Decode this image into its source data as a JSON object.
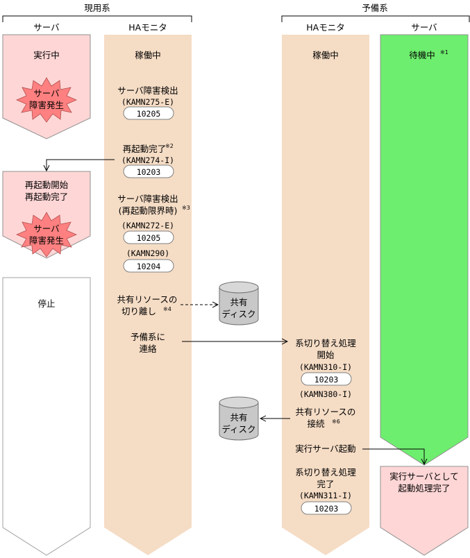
{
  "active": {
    "group_label": "現用系",
    "server": {
      "header": "サーバ",
      "state_running": "実行中",
      "failure1": [
        "サーバ",
        "障害発生"
      ],
      "restart_status": [
        "再起動開始",
        "再起動完了"
      ],
      "failure2": [
        "サーバ",
        "障害発生"
      ],
      "stopped": "停止"
    },
    "monitor": {
      "header": "HAモニタ",
      "state": "稼働中",
      "detect1": {
        "title": "サーバ障害検出",
        "code": "(KAMN275-E)",
        "message_id": "10205"
      },
      "restart_done": {
        "title": "再起動完了",
        "note": "※2",
        "code": "(KAMN274-I)",
        "message_id": "10203"
      },
      "detect2": {
        "title": "サーバ障害検出",
        "subtitle": "(再起動限界時)",
        "note": "※3",
        "code": "(KAMN272-E)",
        "message_id": "10205",
        "code2": "(KAMN290)",
        "message_id2": "10204"
      },
      "detach": {
        "lines": [
          "共有リソースの",
          "切り離し"
        ],
        "note": "※4"
      },
      "notify": {
        "lines": [
          "予備系に",
          "連絡"
        ]
      }
    }
  },
  "standby": {
    "group_label": "予備系",
    "monitor": {
      "header": "HAモニタ",
      "state": "稼働中",
      "switch_start": {
        "lines": [
          "系切り替え処理",
          "開始"
        ],
        "code": "(KAMN310-I)",
        "message_id": "10203",
        "code2": "(KAMN380-I)"
      },
      "connect": {
        "lines": [
          "共有リソースの",
          "接続"
        ],
        "note": "※6"
      },
      "start_server": "実行サーバ起動",
      "switch_done": {
        "lines": [
          "系切り替え処理",
          "完了"
        ],
        "code": "(KAMN311-I)",
        "message_id": "10203"
      }
    },
    "server": {
      "header": "サーバ",
      "state": "待機中",
      "note": "※1",
      "completed": [
        "実行サーバとして",
        "起動処理完了"
      ]
    }
  },
  "shared_disk": [
    "共有",
    "ディスク"
  ],
  "colors": {
    "server_pink": "#ffd6d6",
    "burst": "#ff8080",
    "monitor_tan": "#f5dcc5",
    "standby_green": "#6eee6e",
    "disk_gray": "#c8c8c8",
    "line_gray": "#909090"
  }
}
